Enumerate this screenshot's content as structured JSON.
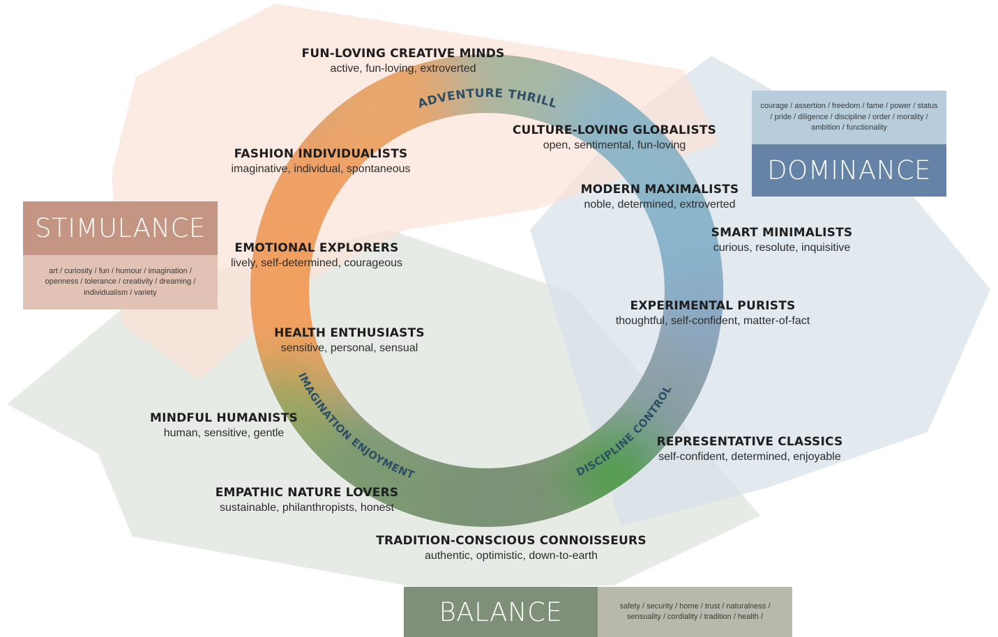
{
  "ring_labels": {
    "top": "ADVENTURE THRILL",
    "bottom_left": "IMAGINATION ENJOYMENT",
    "bottom_right": "DISCIPLINE CONTROL"
  },
  "segments": [
    {
      "name": "FUN-LOVING CREATIVE MINDS",
      "traits": "active, fun-loving, extroverted"
    },
    {
      "name": "CULTURE-LOVING GLOBALISTS",
      "traits": "open, sentimental, fun-loving"
    },
    {
      "name": "FASHION INDIVIDUALISTS",
      "traits": "imaginative, individual, spontaneous"
    },
    {
      "name": "MODERN MAXIMALISTS",
      "traits": "noble, determined, extroverted"
    },
    {
      "name": "SMART MINIMALISTS",
      "traits": "curious, resolute, inquisitive"
    },
    {
      "name": "EMOTIONAL EXPLORERS",
      "traits": "lively, self-determined, courageous"
    },
    {
      "name": "EXPERIMENTAL PURISTS",
      "traits": "thoughtful, self-confident, matter-of-fact"
    },
    {
      "name": "HEALTH ENTHUSIASTS",
      "traits": "sensitive, personal, sensual"
    },
    {
      "name": "MINDFUL HUMANISTS",
      "traits": "human, sensitive, gentle"
    },
    {
      "name": "REPRESENTATIVE CLASSICS",
      "traits": "self-confident, determined, enjoyable"
    },
    {
      "name": "EMPATHIC NATURE LOVERS",
      "traits": "sustainable, philanthropists, honest"
    },
    {
      "name": "TRADITION-CONSCIOUS CONNOISSEURS",
      "traits": "authentic, optimistic, down-to-earth"
    }
  ],
  "dimensions": {
    "dominance": {
      "title": "DOMINANCE",
      "keywords": "courage / assertion / freedom / fame / power / status / pride / diligence / discipline / order / morality / ambition / functionality",
      "color": "#6583a6",
      "key_bg": "#b7cddc"
    },
    "stimulance": {
      "title": "STIMULANCE",
      "keywords": "art / curiosity / fun / humour / imagination / openness / tolerance / creativity / dreaming / individualism / variety",
      "color": "#c39582",
      "key_bg": "#e1c2b5"
    },
    "balance": {
      "title": "BALANCE",
      "keywords": "safety / security / home / trust / naturalness / sensuality / cordiality / tradition / health /",
      "color": "#7f9078",
      "key_bg": "#b9b9ab"
    }
  },
  "colors": {
    "stimulance_area": "#fbe6dc",
    "dominance_area": "#dde6ec",
    "balance_area": "#e4e9e2",
    "ring_text": "#2d4f66"
  }
}
